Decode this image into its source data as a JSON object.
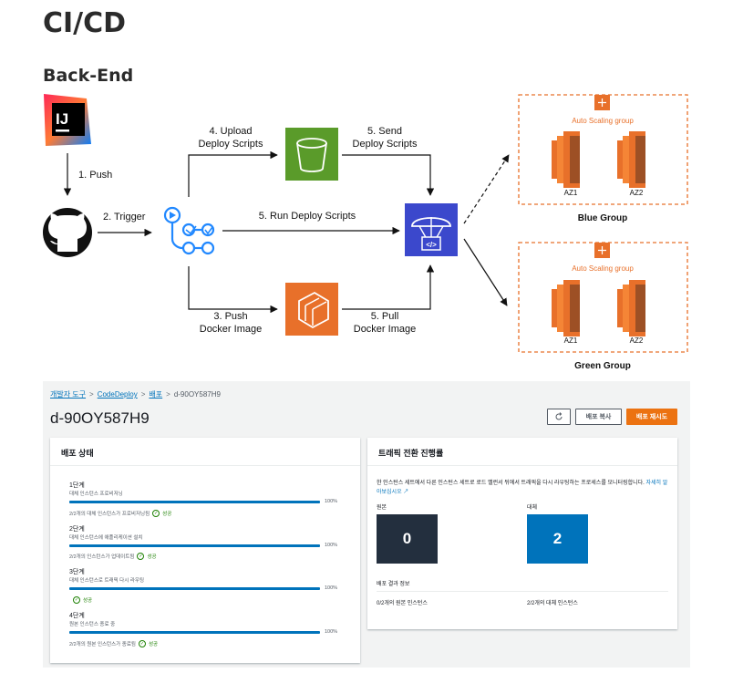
{
  "page": {
    "title": "CI/CD",
    "section": "Back-End"
  },
  "diagram": {
    "ide_logo_text": "IJ",
    "edges": {
      "push": "1. Push",
      "trigger": "2. Trigger",
      "upload_line1": "4. Upload",
      "upload_line2": "Deploy Scripts",
      "send_line1": "5. Send",
      "send_line2": "Deploy Scripts",
      "run": "5. Run Deploy Scripts",
      "docker_push_line1": "3. Push",
      "docker_push_line2": "Docker Image",
      "pull_line1": "5. Pull",
      "pull_line2": "Docker Image"
    },
    "groups": [
      {
        "asg_label": "Auto Scaling group",
        "az": [
          "AZ1",
          "AZ2"
        ],
        "name": "Blue Group"
      },
      {
        "asg_label": "Auto Scaling group",
        "az": [
          "AZ1",
          "AZ2"
        ],
        "name": "Green Group"
      }
    ],
    "colors": {
      "ec2": "#e8702a",
      "s3": "#5a9b2a",
      "ecr": "#e8702a",
      "codedeploy": "#3b48cc",
      "actions": "#2188ff",
      "dashed": "#e8702a"
    },
    "icons": [
      "intellij-icon",
      "github-icon",
      "github-actions-icon",
      "s3-bucket-icon",
      "codedeploy-icon",
      "ecr-icon",
      "ec2-icon",
      "auto-scaling-icon"
    ]
  },
  "console": {
    "breadcrumb": [
      "개발자 도구",
      "CodeDeploy",
      "배포",
      "d-90OY587H9"
    ],
    "deployment_id": "d-90OY587H9",
    "buttons": {
      "refresh_icon": "refresh-icon",
      "copy": "배포 복사",
      "redeploy": "배포 재시도"
    },
    "status_panel": {
      "title": "배포 상태",
      "steps": [
        {
          "title": "1단계",
          "desc": "대체 인스턴스 프로비저닝",
          "progress": "100%",
          "progress_value": 100,
          "status_text": "2/2개의 대체 인스턴스가 프로비저닝됨",
          "status": "성공"
        },
        {
          "title": "2단계",
          "desc": "대체 인스턴스에 애플리케이션 설치",
          "progress": "100%",
          "progress_value": 100,
          "status_text": "2/2개의 인스턴스가 업데이트됨",
          "status": "성공"
        },
        {
          "title": "3단계",
          "desc": "대체 인스턴스로 트래픽 다시 라우팅",
          "progress": "100%",
          "progress_value": 100,
          "status_text": "",
          "status": "성공"
        },
        {
          "title": "4단계",
          "desc": "원본 인스턴스 종료 중",
          "progress": "100%",
          "progress_value": 100,
          "status_text": "2/2개의 원본 인스턴스가 종료됨",
          "status": "성공"
        }
      ]
    },
    "traffic_panel": {
      "title": "트래픽 전환 진행률",
      "desc": "한 인스턴스 세트에서 다른 인스턴스 세트로 로드 밸런서 뒤에서 트래픽을 다시 라우팅하는 프로세스를 모니터링합니다.",
      "link": "자세히 알아보십시오",
      "original_label": "원본",
      "original_count": "0",
      "replacement_label": "대체",
      "replacement_count": "2",
      "info_title": "배포 결과 정보",
      "original_result": "0/2개의 원본 인스턴스",
      "replacement_result": "2/2개의 대체 인스턴스",
      "colors": {
        "original": "#232f3e",
        "replacement": "#0073bb"
      }
    }
  }
}
